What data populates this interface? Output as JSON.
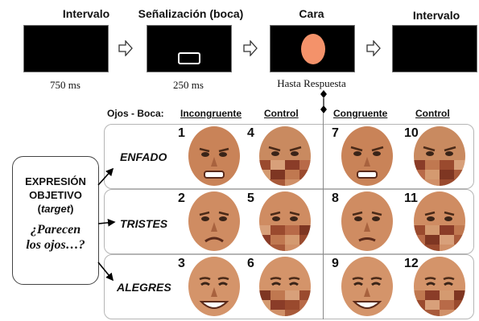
{
  "timeline": {
    "stages": [
      {
        "title": "Intervalo",
        "caption": "750 ms"
      },
      {
        "title": "Señalización (boca)",
        "caption": "250 ms"
      },
      {
        "title": "Cara",
        "caption": "Hasta Respuesta"
      },
      {
        "title": "Intervalo",
        "caption": ""
      }
    ]
  },
  "headers": {
    "ojos_boca": "Ojos - Boca:",
    "incongruente": "Incongruente",
    "control_left": "Control",
    "congruente": "Congruente",
    "control_right": "Control"
  },
  "target_box": {
    "line1": "EXPRESIÓN",
    "line2": "OBJETIVO",
    "line3_open": "(",
    "line3_word": "target",
    "line3_close": ")",
    "question1": "¿Parecen",
    "question2": "los ojos…?"
  },
  "rows": [
    {
      "label": "ENFADO",
      "numbers": [
        "1",
        "4",
        "7",
        "10"
      ]
    },
    {
      "label": "TRISTES",
      "numbers": [
        "2",
        "5",
        "8",
        "11"
      ]
    },
    {
      "label": "ALEGRES",
      "numbers": [
        "3",
        "6",
        "9",
        "12"
      ]
    }
  ],
  "colors": {
    "screen": "#000000",
    "face_dot": "#f4926a",
    "skin": "#d08a60",
    "scramble_a": "#9a4a2e",
    "scramble_b": "#c98a60"
  }
}
